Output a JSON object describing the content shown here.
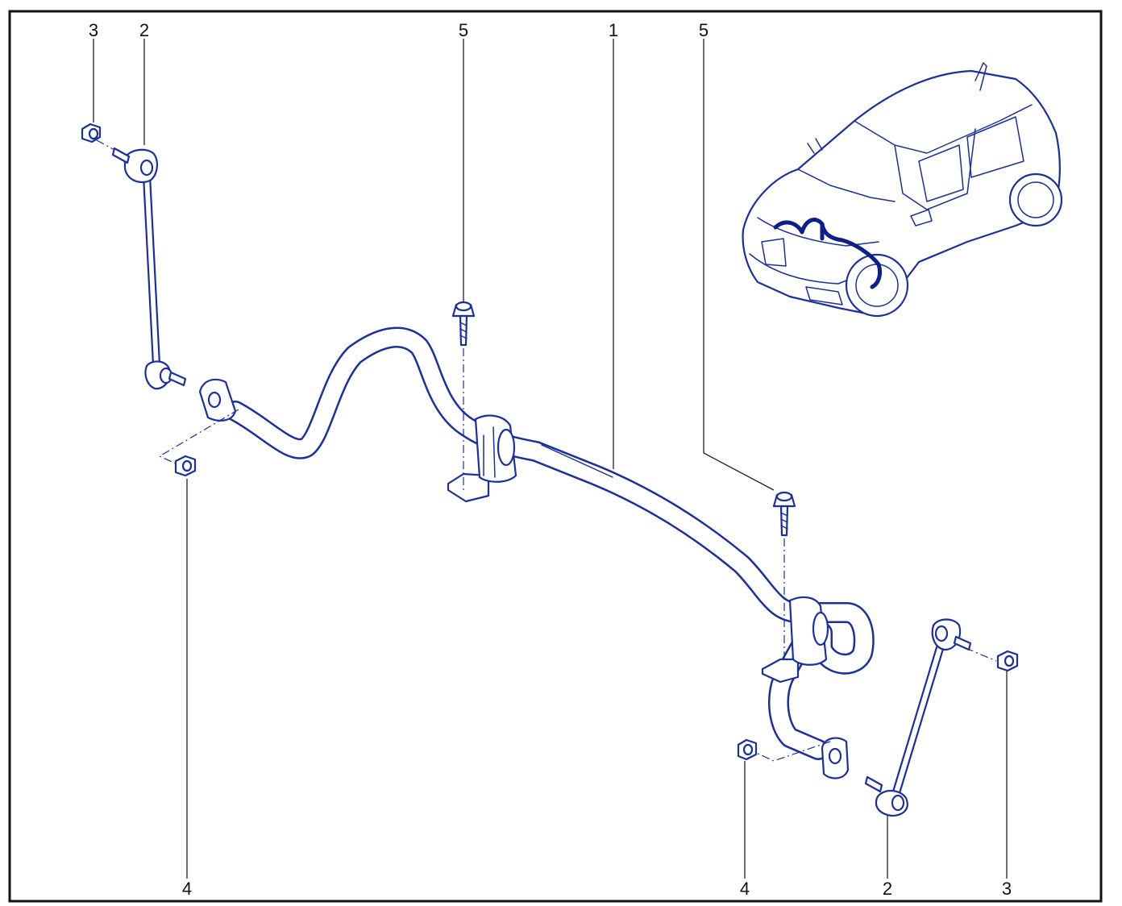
{
  "callouts": [
    {
      "text": "3",
      "ref": "nut"
    },
    {
      "text": "2",
      "ref": "link"
    },
    {
      "text": "5",
      "ref": "bolt"
    },
    {
      "text": "1",
      "ref": "bar"
    },
    {
      "text": "5",
      "ref": "bolt"
    },
    {
      "text": "4",
      "ref": "nut"
    },
    {
      "text": "4",
      "ref": "nut"
    },
    {
      "text": "2",
      "ref": "link"
    },
    {
      "text": "3",
      "ref": "nut"
    }
  ],
  "colors": {
    "line_art": "#1a2fa0",
    "harness": "#0d1f8a",
    "frame": "#111111",
    "text": "#111111"
  }
}
